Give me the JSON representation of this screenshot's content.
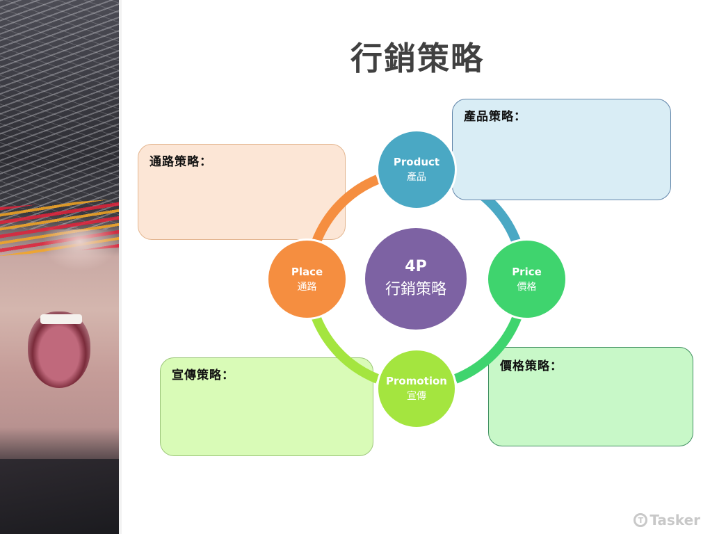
{
  "slide": {
    "title": "行銷策略"
  },
  "boxes": {
    "place": {
      "label": "通路策略：",
      "content": "",
      "bg": "#fce6d6",
      "border": "#e3b58f"
    },
    "product": {
      "label": "產品策略：",
      "content": "",
      "bg": "#d9edf5",
      "border": "#5f83a8"
    },
    "promotion": {
      "label": "宣傳策略：",
      "content": "",
      "bg": "#d9fbb7",
      "border": "#9cc67a"
    },
    "price": {
      "label": "價格策略：",
      "content": "",
      "bg": "#c8f8c8",
      "border": "#3e8e5f"
    }
  },
  "diagram": {
    "center": {
      "line1": "4P",
      "line2": "行銷策略",
      "color": "#7d62a3"
    },
    "nodes": {
      "product": {
        "en": "Product",
        "zh": "產品",
        "color": "#4aa8c4"
      },
      "price": {
        "en": "Price",
        "zh": "價格",
        "color": "#3fd46e"
      },
      "promotion": {
        "en": "Promotion",
        "zh": "宣傳",
        "color": "#a4e53f"
      },
      "place": {
        "en": "Place",
        "zh": "通路",
        "color": "#f58e40"
      }
    }
  },
  "watermark": {
    "logo_icon": "T",
    "text": "Tasker"
  }
}
